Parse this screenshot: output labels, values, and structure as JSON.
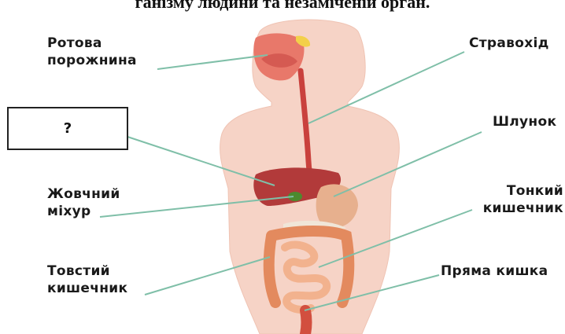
{
  "header_text": "ганізму людини та незаміченій орган.",
  "question_box": "?",
  "labels": {
    "mouth": [
      "Ротова",
      "порожнина"
    ],
    "esophagus": [
      "Стравохід"
    ],
    "stomach": [
      "Шлунок"
    ],
    "gallbladder": [
      "Жовчний",
      "міхур"
    ],
    "small_intestine": [
      "Тонкий",
      "кишечник"
    ],
    "large_intestine": [
      "Товстий",
      "кишечник"
    ],
    "rectum": [
      "Пряма кишка"
    ]
  },
  "colors": {
    "leader_line": "#7fbfa8",
    "body_fill": "#f6d3c6",
    "esophagus": "#c9413d",
    "liver": "#b23a3a",
    "intestine": "#e89a6e"
  }
}
